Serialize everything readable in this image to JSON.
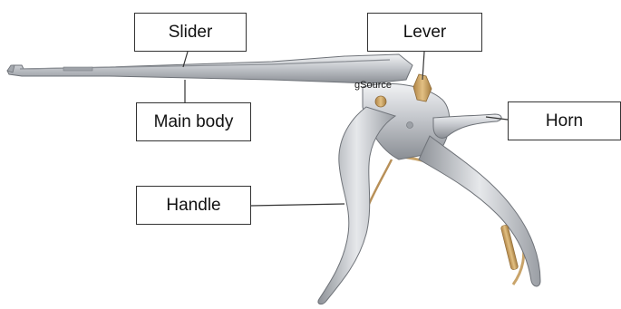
{
  "labels": {
    "slider": "Slider",
    "lever": "Lever",
    "main_body": "Main body",
    "horn": "Horn",
    "handle": "Handle"
  },
  "watermark": "gSource",
  "colors": {
    "steel_light": "#e4e6e9",
    "steel_mid": "#b6b9be",
    "steel_dark": "#7d8187",
    "brass": "#c9a46a",
    "brass_dark": "#a07a40",
    "leader_line": "#333333"
  }
}
